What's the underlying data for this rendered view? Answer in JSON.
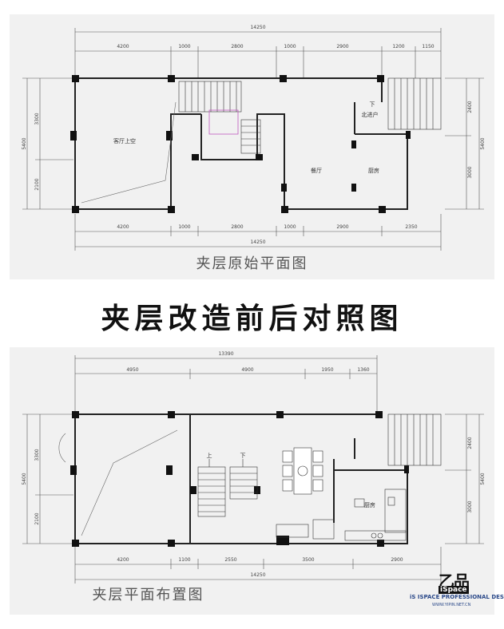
{
  "main_title": "夹层改造前后对照图",
  "top_plan": {
    "caption": "夹层原始平面图",
    "dim_total_top": "14250",
    "dims_top": [
      "4200",
      "1000",
      "2800",
      "1000",
      "2900",
      "1200",
      "1150"
    ],
    "dims_bottom": [
      "4200",
      "1000",
      "2800",
      "1000",
      "2900",
      "2350"
    ],
    "dim_total_bottom": "14250",
    "dims_left": [
      "3300",
      "2100"
    ],
    "dim_left_total": "5400",
    "dims_right": [
      "2400",
      "3000"
    ],
    "dim_right_total": "5400",
    "rooms": {
      "living_void": "客厅上空",
      "north_porch": "北进户",
      "dining": "餐厅",
      "kitchen": "厨房",
      "stair_down": "下"
    }
  },
  "bottom_plan": {
    "caption": "夹层平面布置图",
    "dim_total_top": "13390",
    "dims_top": [
      "4950",
      "4900",
      "1950",
      "1360"
    ],
    "dims_bottom": [
      "4200",
      "1100",
      "2550",
      "3500",
      "2900"
    ],
    "dim_total_bottom": "14250",
    "dims_left": [
      "3300",
      "2100"
    ],
    "dim_left_total": "5400",
    "dims_right": [
      "2400",
      "3000"
    ],
    "dim_right_total": "5400",
    "rooms": {
      "kitchen": "厨房",
      "stair_up": "上",
      "stair_down": "下"
    }
  },
  "logo": {
    "mark": "乙品",
    "sub": "iSpace",
    "tagline": "iS ISPACE PROFESSIONAL DESIGN",
    "url": "WWW.YIPIN.NET.CN"
  }
}
